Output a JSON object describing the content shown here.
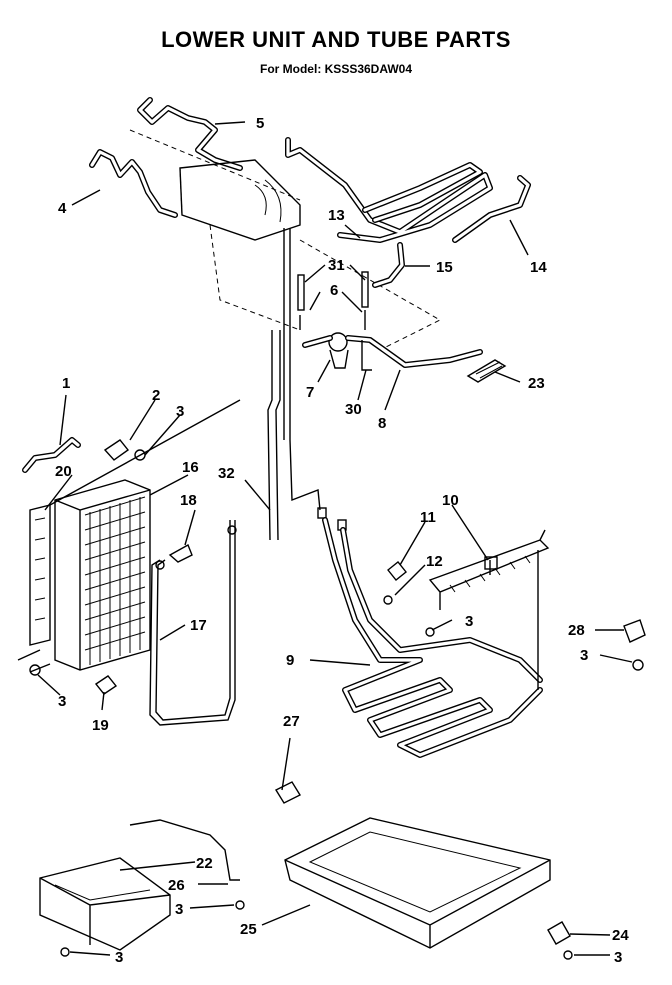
{
  "title": "LOWER UNIT AND TUBE PARTS",
  "subtitle": "For Model: KSSS36DAW04",
  "callouts": [
    {
      "n": "1"
    },
    {
      "n": "2"
    },
    {
      "n": "3"
    },
    {
      "n": "3"
    },
    {
      "n": "3"
    },
    {
      "n": "3"
    },
    {
      "n": "3"
    },
    {
      "n": "3"
    },
    {
      "n": "4"
    },
    {
      "n": "5"
    },
    {
      "n": "6"
    },
    {
      "n": "7"
    },
    {
      "n": "8"
    },
    {
      "n": "9"
    },
    {
      "n": "10"
    },
    {
      "n": "11"
    },
    {
      "n": "12"
    },
    {
      "n": "13"
    },
    {
      "n": "14"
    },
    {
      "n": "15"
    },
    {
      "n": "16"
    },
    {
      "n": "17"
    },
    {
      "n": "18"
    },
    {
      "n": "19"
    },
    {
      "n": "20"
    },
    {
      "n": "22"
    },
    {
      "n": "23"
    },
    {
      "n": "24"
    },
    {
      "n": "25"
    },
    {
      "n": "26"
    },
    {
      "n": "27"
    },
    {
      "n": "28"
    },
    {
      "n": "30"
    },
    {
      "n": "31"
    },
    {
      "n": "32"
    }
  ]
}
